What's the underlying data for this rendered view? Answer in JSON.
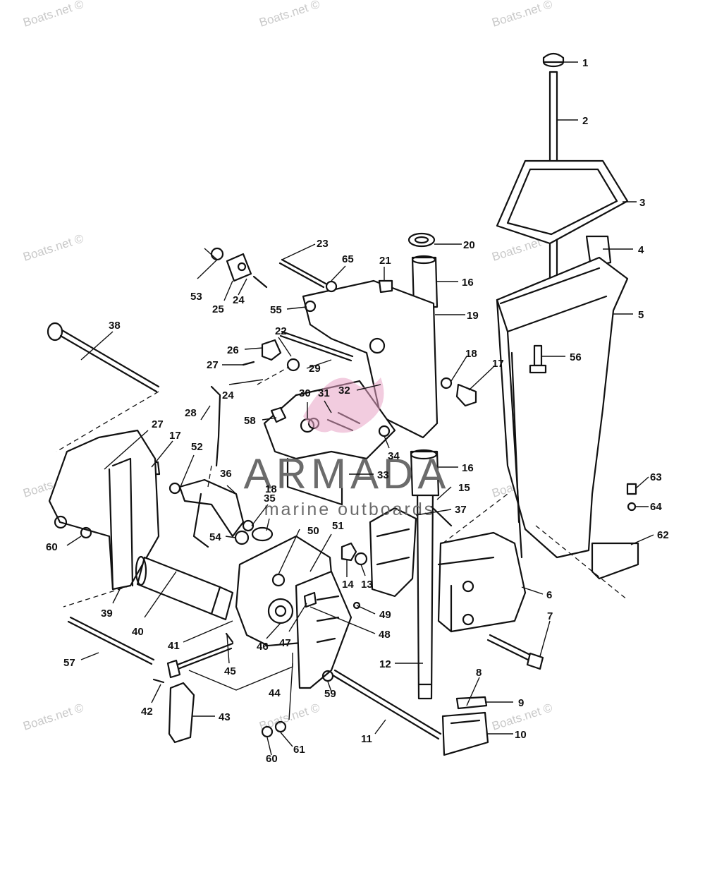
{
  "watermark": "Boats.net ©",
  "logo": {
    "name": "ARMADA",
    "tagline": "marine outboards"
  },
  "callouts": [
    "1",
    "2",
    "3",
    "4",
    "5",
    "6",
    "7",
    "8",
    "9",
    "10",
    "11",
    "12",
    "13",
    "14",
    "15",
    "16",
    "16",
    "17",
    "17",
    "18",
    "18",
    "19",
    "20",
    "21",
    "22",
    "23",
    "24",
    "24",
    "25",
    "26",
    "27",
    "27",
    "28",
    "29",
    "30",
    "31",
    "32",
    "33",
    "34",
    "35",
    "36",
    "37",
    "38",
    "39",
    "40",
    "41",
    "42",
    "43",
    "44",
    "45",
    "46",
    "47",
    "48",
    "49",
    "50",
    "51",
    "52",
    "53",
    "54",
    "55",
    "56",
    "57",
    "58",
    "59",
    "60",
    "60",
    "61",
    "62",
    "63",
    "64",
    "65"
  ],
  "colors": {
    "line": "#111111",
    "watermark": "#c9c9c9",
    "logo_text": "#6b6b6b",
    "logo_mark": "#e7a3c4"
  }
}
